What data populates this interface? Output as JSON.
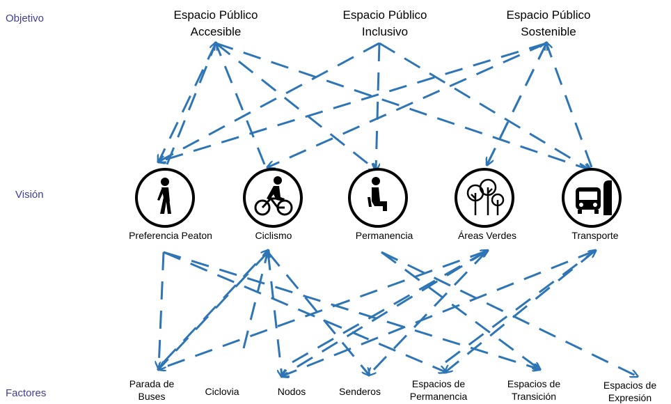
{
  "row_labels": {
    "objetivo": "Objetivo",
    "vision": "Visión",
    "factores": "Factores"
  },
  "objectives": [
    {
      "line1": "Espacio Público",
      "line2": "Accesible"
    },
    {
      "line1": "Espacio Público",
      "line2": "Inclusivo"
    },
    {
      "line1": "Espacio Público",
      "line2": "Sostenible"
    }
  ],
  "visions": [
    {
      "label": "Preferencia Peaton",
      "icon": "pedestrian-icon"
    },
    {
      "label": "Ciclismo",
      "icon": "cyclist-icon"
    },
    {
      "label": "Permanencia",
      "icon": "seated-person-icon"
    },
    {
      "label": "Áreas Verdes",
      "icon": "trees-icon"
    },
    {
      "label": "Transporte",
      "icon": "bus-stop-icon"
    }
  ],
  "factors": [
    {
      "line1": "Parada de",
      "line2": "Buses"
    },
    {
      "line1": "Ciclovia",
      "line2": ""
    },
    {
      "line1": "Nodos",
      "line2": ""
    },
    {
      "line1": "Senderos",
      "line2": ""
    },
    {
      "line1": "Espacios de",
      "line2": "Permanencia"
    },
    {
      "line1": "Espacios de",
      "line2": "Transición"
    },
    {
      "line1": "Espacios de",
      "line2": "Expresión"
    }
  ],
  "colors": {
    "arrow": "#2e75b6",
    "row_label": "#3d3d9b"
  }
}
